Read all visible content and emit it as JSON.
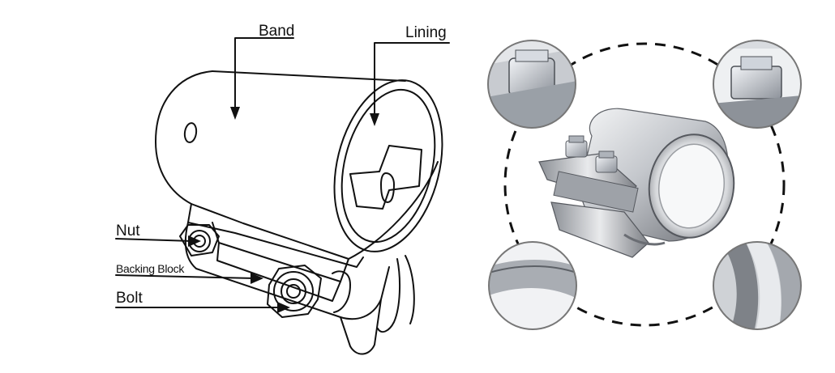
{
  "labels": {
    "band": "Band",
    "lining": "Lining",
    "nut": "Nut",
    "backing_block": "Backing Block",
    "bolt": "Bolt"
  },
  "colors": {
    "ink": "#111111",
    "steel_light": "#e9eaec",
    "steel_mid": "#b4b7bc",
    "steel_dark": "#5e6167",
    "zinc": "#c9cdd3",
    "circle_stroke": "#777777"
  },
  "detail_views": [
    {
      "id": "top-left",
      "subject": "hex-nut-closeup"
    },
    {
      "id": "top-right",
      "subject": "hex-bolt-head-closeup"
    },
    {
      "id": "bottom-left",
      "subject": "lining-edge-closeup"
    },
    {
      "id": "bottom-right",
      "subject": "band-ends-closeup"
    }
  ]
}
